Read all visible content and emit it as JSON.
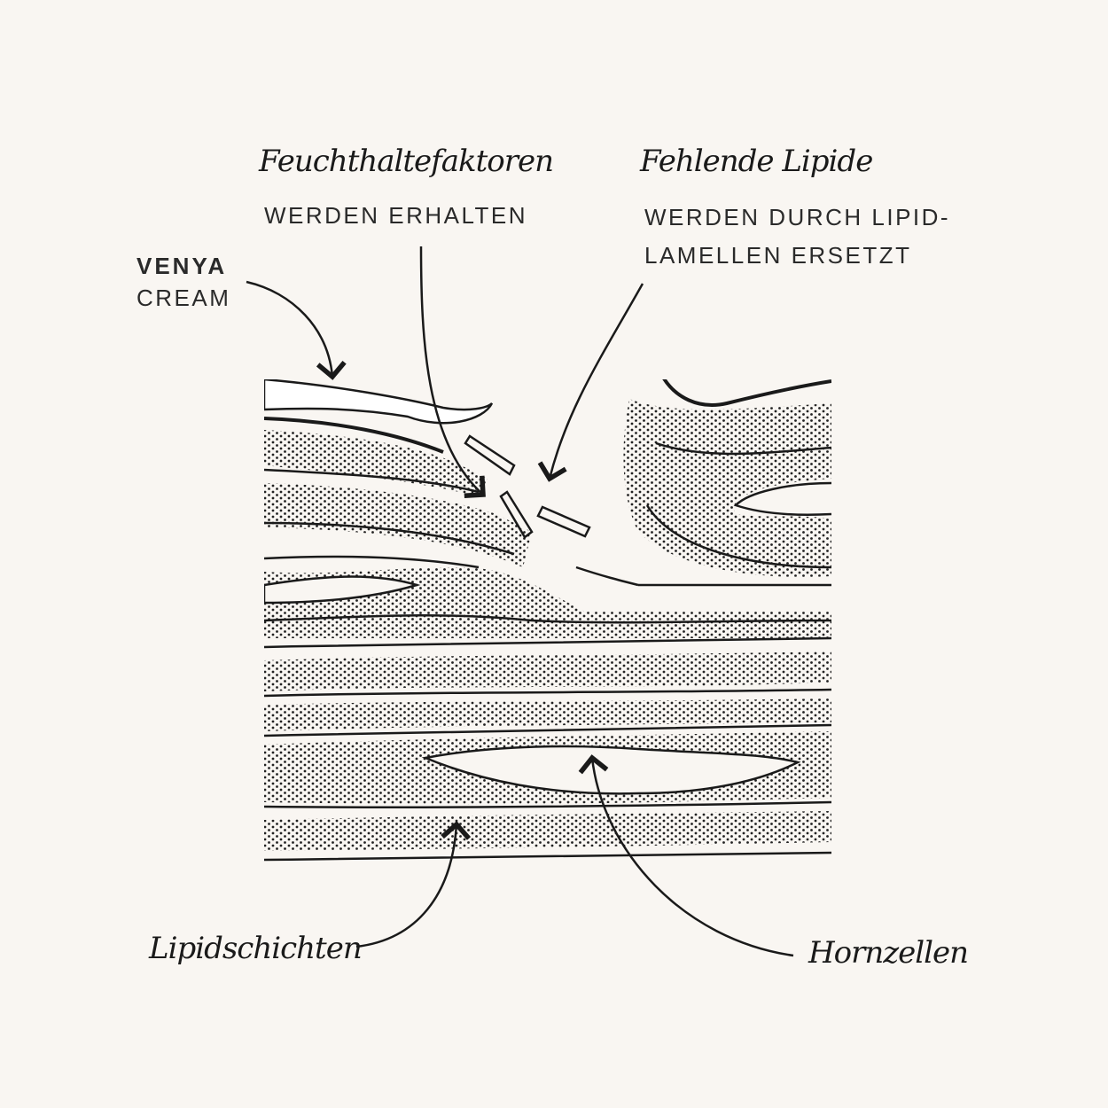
{
  "labels": {
    "feucht_title": "Feuchthaltefaktoren",
    "feucht_sub": "WERDEN ERHALTEN",
    "lipide_title": "Fehlende Lipide",
    "lipide_sub_1": "WERDEN DURCH LIPID-",
    "lipide_sub_2": "LAMELLEN ERSETZT",
    "brand": "VENYA",
    "cream": "CREAM",
    "lipidschichten": "Lipidschichten",
    "hornzellen": "Hornzellen"
  }
}
